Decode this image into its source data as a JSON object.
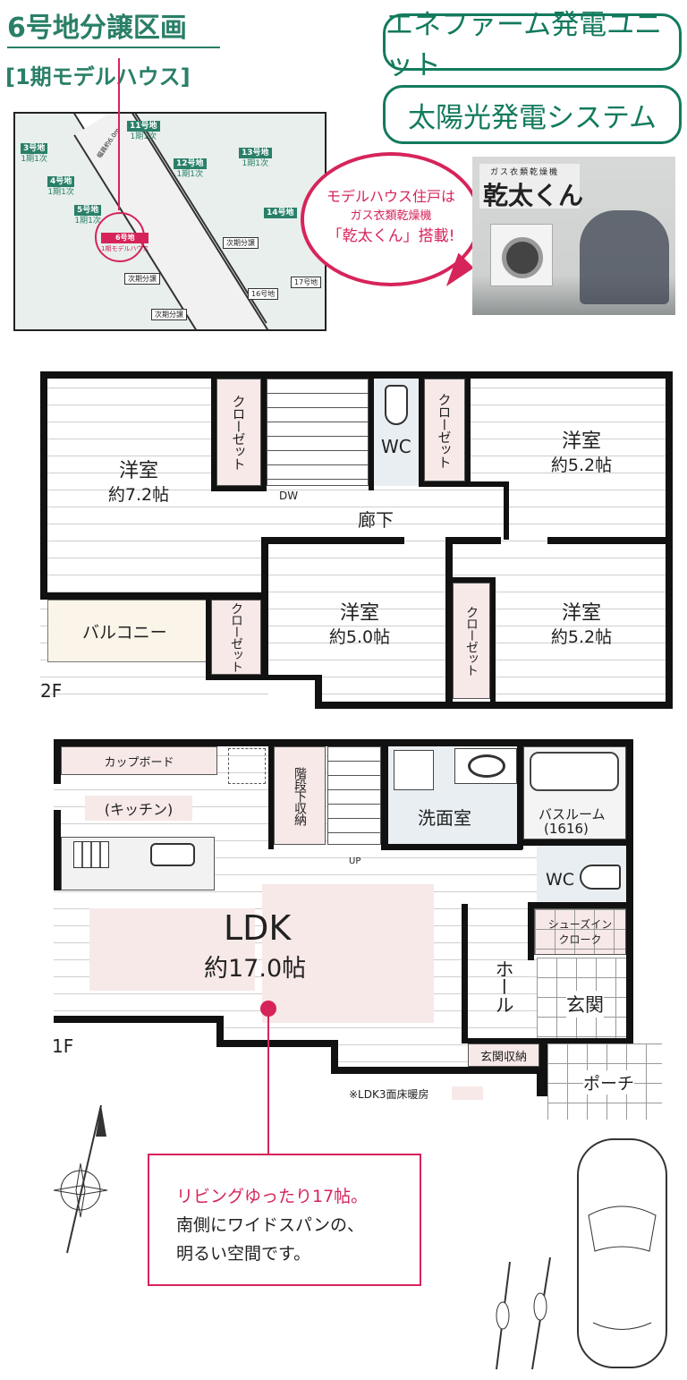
{
  "header": {
    "title": "6号地分譲区画",
    "subtitle": "[1期モデルハウス]"
  },
  "features": [
    "エネファーム発電ユニット",
    "太陽光発電システム"
  ],
  "site_map": {
    "road_label": "幅員約6.0m",
    "lots": [
      {
        "name": "11号地",
        "phase": "1期1次"
      },
      {
        "name": "3号地",
        "phase": "1期1次"
      },
      {
        "name": "12号地",
        "phase": "1期1次"
      },
      {
        "name": "13号地",
        "phase": "1期1次"
      },
      {
        "name": "4号地",
        "phase": "1期1次"
      },
      {
        "name": "5号地",
        "phase": "1期1次"
      },
      {
        "name": "14号地",
        "phase": ""
      }
    ],
    "highlight": {
      "name": "6号地",
      "phase": "1期モデルハウス"
    },
    "future": [
      "次期分譲",
      "次期分譲",
      "次期分譲"
    ],
    "other_lots": [
      "16号地",
      "17号地"
    ]
  },
  "bubble": {
    "line1": "モデルハウス住戸は",
    "line2": "ガス衣類乾燥機",
    "line3": "「乾太くん」搭載!"
  },
  "photo": {
    "caption": "ガス衣類乾燥機",
    "brand": "乾太くん"
  },
  "floor2": {
    "label": "2F",
    "rooms": [
      {
        "name": "洋室",
        "size": "約7.2帖"
      },
      {
        "name": "洋室",
        "size": "約5.2帖"
      },
      {
        "name": "洋室",
        "size": "約5.0帖"
      },
      {
        "name": "洋室",
        "size": "約5.2帖"
      }
    ],
    "closet": "クローゼット",
    "closet_split": "クローゼット",
    "wc": "WC",
    "dw": "DW",
    "hall": "廊下",
    "balcony": "バルコニー"
  },
  "floor1": {
    "label": "1F",
    "cupboard": "カップボード",
    "kitchen": "(キッチン)",
    "stair_storage": "階段下収納",
    "up": "UP",
    "washroom": "洗面室",
    "bath": "バスルーム",
    "bath_size": "(1616)",
    "wc": "WC",
    "shoe_closet_1": "シューズイン",
    "shoe_closet_2": "クローク",
    "entrance": "玄関",
    "hall": "ホール",
    "entrance_storage": "玄関収納",
    "porch": "ポーチ",
    "ldk": "LDK",
    "ldk_size": "約17.0帖",
    "heating_note": "※LDK3面床暖房"
  },
  "callout": {
    "line1": "リビングゆったり17帖。",
    "line2": "南側にワイドスパンの、",
    "line3": "明るい空間です。"
  },
  "colors": {
    "brand_green": "#137a5e",
    "accent_pink": "#d6245a",
    "heated_floor": "#f7e9e8"
  }
}
